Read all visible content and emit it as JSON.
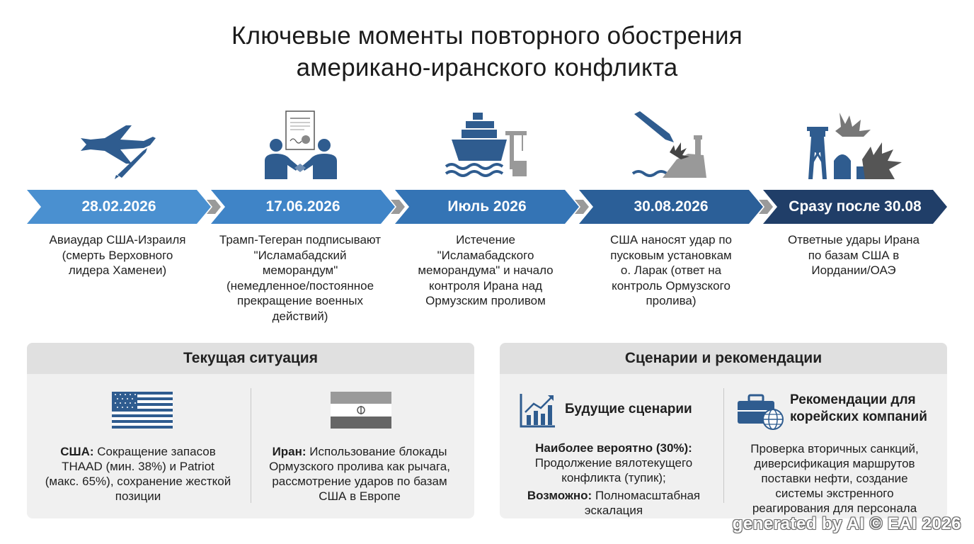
{
  "title": {
    "line1": "Ключевые моменты повторного обострения",
    "line2": "американо-иранского конфликта"
  },
  "timeline": [
    {
      "date": "28.02.2026",
      "icon": "fighter-jet-missile-icon",
      "color": "#4a90d0",
      "text": [
        "Авиаудар США-Израиля",
        "(смерть Верховного",
        "лидера Хаменеи)"
      ]
    },
    {
      "date": "17.06.2026",
      "icon": "handshake-document-icon",
      "color": "#3f84c7",
      "text": [
        "Трамп-Тегеран подписывают",
        "\"Исламабадский",
        "меморандум\"",
        "(немедленное/постоянное",
        "прекращение военных",
        "действий)"
      ]
    },
    {
      "date": "Июль 2026",
      "icon": "ship-port-icon",
      "color": "#3474b5",
      "text": [
        "Истечение",
        "\"Исламабадского",
        "меморандума\" и начало",
        "контроля Ирана над",
        "Ормузским проливом"
      ]
    },
    {
      "date": "30.08.2026",
      "icon": "missile-strike-icon",
      "color": "#2b5f98",
      "text": [
        "США наносят удар по",
        "пусковым установкам",
        "о. Ларак (ответ на",
        "контроль Ормузского",
        "пролива)"
      ]
    },
    {
      "date": "Сразу после 30.08",
      "icon": "base-explosion-icon",
      "color": "#203e68",
      "text": [
        "Ответные удары Ирана",
        "по базам США в",
        "Иордании/ОАЭ"
      ]
    }
  ],
  "current": {
    "header": "Текущая ситуация",
    "usa_label": "США:",
    "usa_lines": [
      " Сокращение запасов",
      "THAAD (мин. 38%) и Patriot",
      "(макс. 65%), сохранение жесткой",
      "позиции"
    ],
    "iran_label": "Иран:",
    "iran_lines": [
      " Использование блокады",
      "Ормузского пролива как рычага,",
      "рассмотрение ударов по базам",
      "США в Европе"
    ]
  },
  "scenarios": {
    "header": "Сценарии и рекомендации",
    "future_title": "Будущие сценарии",
    "likely_label": "Наиболее вероятно (30%):",
    "likely_lines": [
      "Продолжение вялотекущего",
      "конфликта (тупик);"
    ],
    "possible_label": "Возможно:",
    "possible_lines": [
      " Полномасштабная",
      "эскалация"
    ],
    "rec_title_lines": [
      "Рекомендации для",
      "корейских компаний"
    ],
    "rec_lines": [
      "Проверка вторичных санкций,",
      "диверсификация маршрутов",
      "поставки нефти, создание",
      "системы экстренного",
      "реагирования для персонала"
    ]
  },
  "watermark": "generated by AI © EAI 2026",
  "colors": {
    "icon": "#2f5c8f",
    "arrow_sep": "#9a9a9a",
    "panel_bg": "#f0f0f0",
    "panel_head": "#e0e0e0"
  }
}
